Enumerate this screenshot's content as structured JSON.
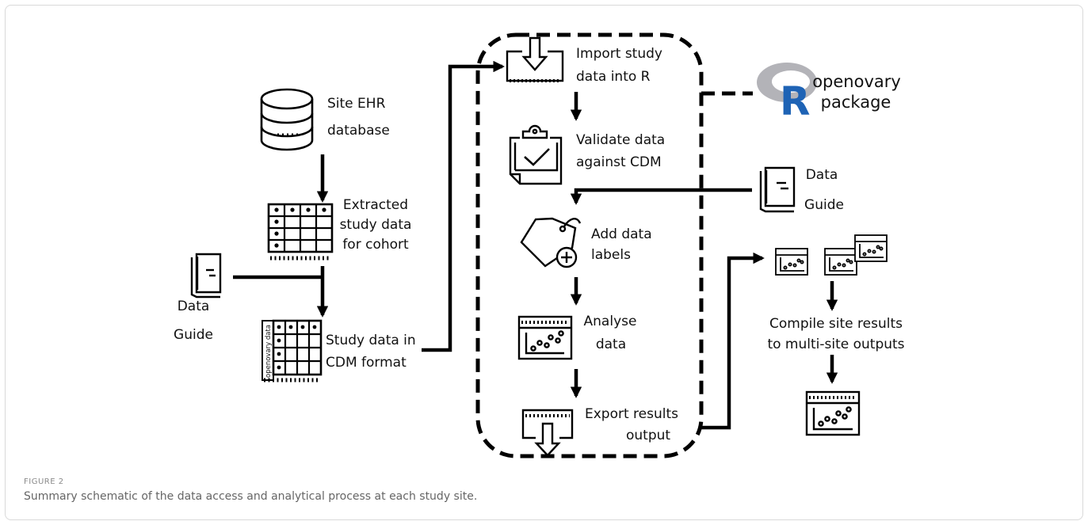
{
  "nodes": {
    "ehr": [
      "Site EHR",
      "database"
    ],
    "extracted": [
      "Extracted",
      "study data",
      "for cohort"
    ],
    "guide_left": [
      "Data",
      "Guide"
    ],
    "cdm": [
      "Study data in",
      "CDM format"
    ],
    "cdm_side": "openovary data",
    "import": [
      "Import study",
      "data into R"
    ],
    "validate": [
      "Validate data",
      "against CDM"
    ],
    "labels": [
      "Add data",
      "labels"
    ],
    "analyse": [
      "Analyse",
      "data"
    ],
    "export": [
      "Export results",
      "output"
    ],
    "guide_right": [
      "Data",
      "Guide"
    ],
    "package": [
      "openovary",
      "package"
    ],
    "compile": [
      "Compile site results",
      "to multi-site outputs"
    ]
  },
  "caption": {
    "label": "FIGURE 2",
    "text": "Summary schematic of the data access and analytical process at each study site."
  }
}
